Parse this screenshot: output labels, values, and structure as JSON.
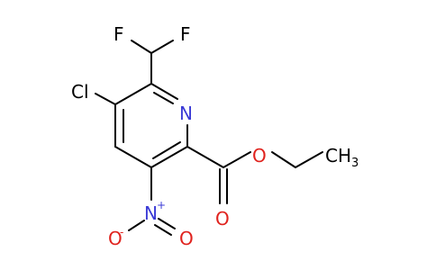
{
  "atoms": {
    "f_left": "F",
    "f_right": "F",
    "cl": "Cl",
    "n_ring": "N",
    "o_ester": "O",
    "o_carbonyl": "O",
    "n_nitro": "N",
    "o_nitro_left": "O",
    "o_nitro_right": "O",
    "methyl_c": "CH",
    "methyl_sub": "3"
  },
  "charges": {
    "nitro_plus": "+",
    "nitro_minus": "-"
  },
  "colors": {
    "bond": "#000000",
    "nitrogen": "#3b3bd6",
    "oxygen": "#e0231e",
    "halogen": "#000000"
  }
}
